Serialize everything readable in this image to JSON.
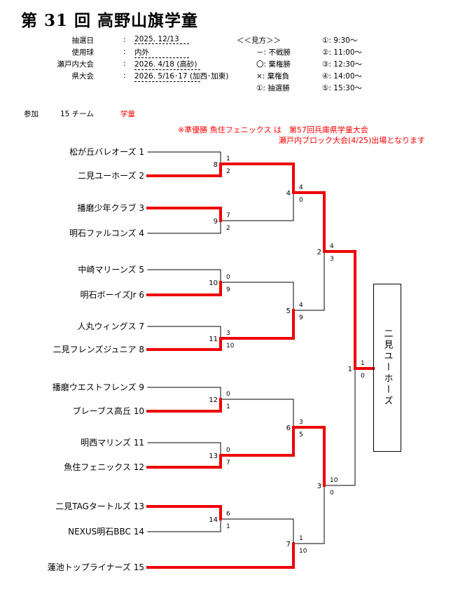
{
  "title": "第 31 回 高野山旗学童",
  "info": [
    {
      "label": "抽選日",
      "value": "2025. 12/13"
    },
    {
      "label": "使用球",
      "value": "内外"
    },
    {
      "label": "瀬戸内大会",
      "value": "2026. 4/18 (高砂)"
    },
    {
      "label": "県大会",
      "value": "2026. 5/16･17 (加西･加東)"
    }
  ],
  "colon": ":",
  "legend": {
    "heading": "＜＜見方＞＞",
    "items": [
      "－: 不戦勝",
      "〇: 棄権勝",
      "×: 棄権負",
      "①: 抽選勝"
    ]
  },
  "times": [
    "①:  9:30～",
    "②: 11:00～",
    "③: 12:30～",
    "④: 14:00～",
    "⑤: 15:30～"
  ],
  "participants": {
    "label": "参加",
    "count": "15 チーム",
    "category": "学童"
  },
  "notice": [
    "※準優勝 魚住フェニックス は　第57回兵庫県学童大会",
    "瀬戸内ブロック大会(4/25)出場となります"
  ],
  "teams": [
    "松が丘バレオーズ 1",
    "二見ユーホーズ 2",
    "播磨少年クラブ 3",
    "明石ファルコンズ 4",
    "中崎マリーンズ 5",
    "明石ボーイズJr 6",
    "人丸ウィングス 7",
    "二見フレンズジュニア 8",
    "播磨ウエストフレンズ 9",
    "ブレーブス高丘 10",
    "明西マリンズ 11",
    "魚住フェニックス 12",
    "二見TAGタートルズ 13",
    "NEXUS明石BBC 14",
    "蓮池トップライナーズ 15"
  ],
  "matches": [
    {
      "no": "8",
      "top": "1",
      "bottom": "2"
    },
    {
      "no": "9",
      "top": "7",
      "bottom": "2"
    },
    {
      "no": "10",
      "top": "0",
      "bottom": "9"
    },
    {
      "no": "11",
      "top": "3",
      "bottom": "10"
    },
    {
      "no": "12",
      "top": "0",
      "bottom": "1"
    },
    {
      "no": "13",
      "top": "0",
      "bottom": "7"
    },
    {
      "no": "14",
      "top": "6",
      "bottom": "1"
    },
    {
      "no": "4",
      "top": "4",
      "bottom": "0"
    },
    {
      "no": "5",
      "top": "4",
      "bottom": "9"
    },
    {
      "no": "6",
      "top": "3",
      "bottom": "5"
    },
    {
      "no": "7",
      "top": "1",
      "bottom": "10"
    },
    {
      "no": "2",
      "top": "4",
      "bottom": "3"
    },
    {
      "no": "3",
      "top": "10",
      "bottom": "0"
    },
    {
      "no": "1",
      "top": "1",
      "bottom": "0"
    }
  ],
  "champion": "二見ユーホーズ",
  "colors": {
    "winner_line": "#ee0000",
    "notice": "#ff0000"
  }
}
